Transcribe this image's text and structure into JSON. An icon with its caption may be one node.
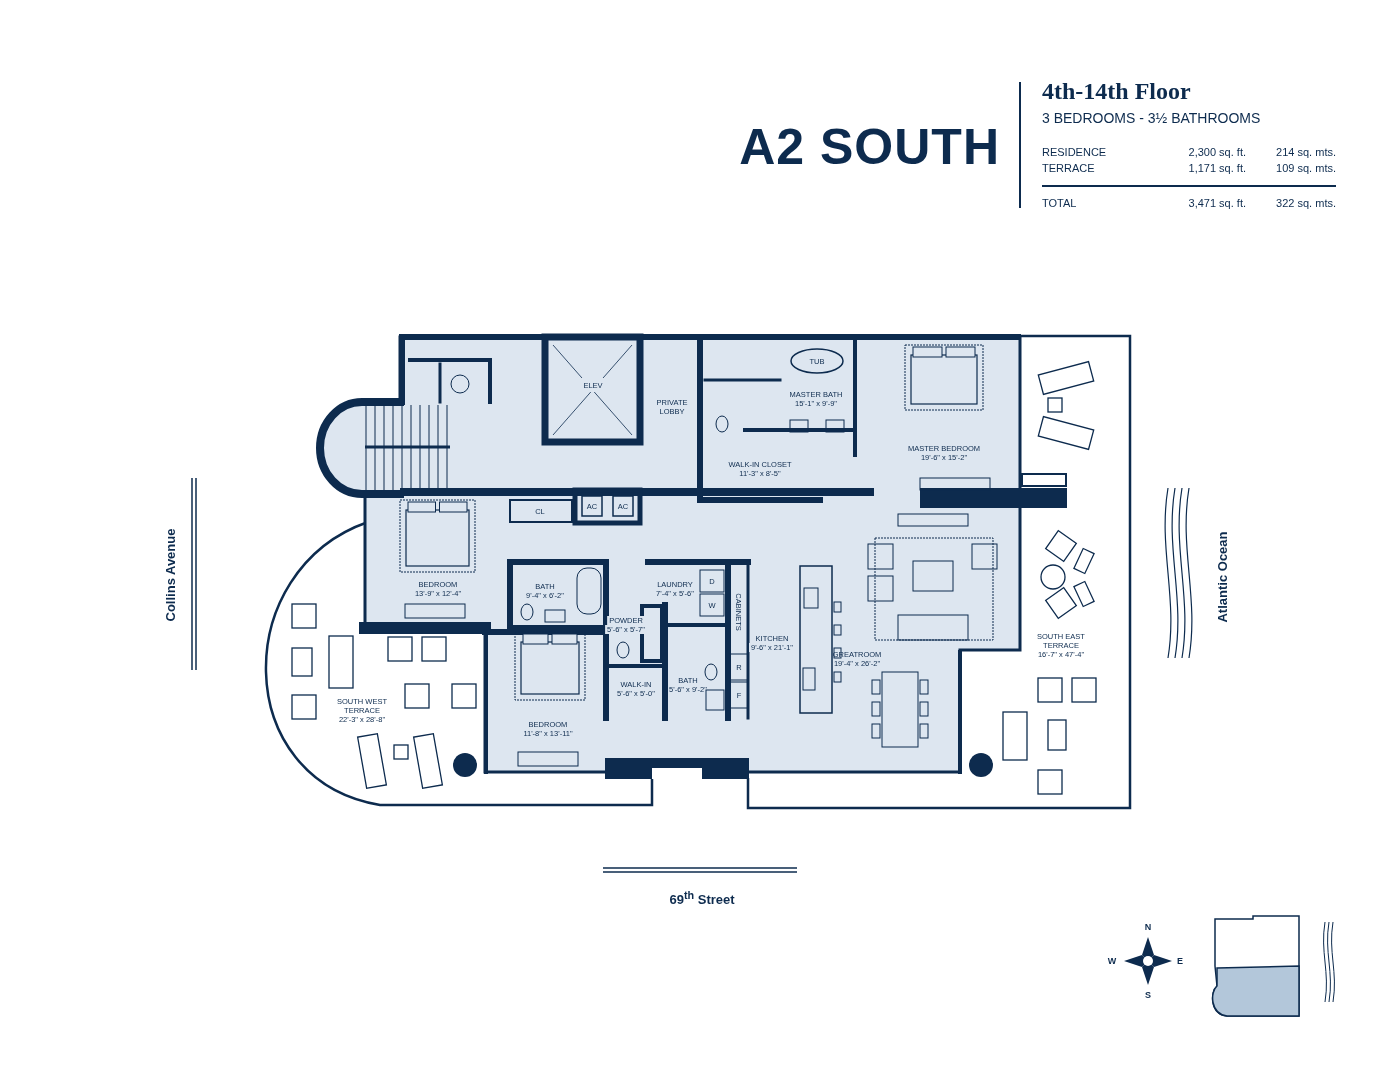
{
  "diagram": {
    "title": "A2 SOUTH",
    "labels": [
      "4th-14th Floor",
      "3 BEDROOMS - 3½ BATHROOMS",
      "RESIDENCE",
      "2,300 sq. ft.",
      "214 sq. mts.",
      "TERRACE",
      "1,171 sq. ft.",
      "109 sq. mts.",
      "TOTAL",
      "3,471 sq. ft.",
      "322 sq. mts.",
      "Collins Avenue",
      "Atlantic Ocean",
      "69$^{th}$ Street",
      "ELEV",
      "PRIVATE LOBBY",
      "TUB",
      "MASTER BATH",
      "15'-1\" x 9'-9\"",
      "WALK-IN CLOSET",
      "11'-3\" x 8'-5\"",
      "MASTER BEDROOM",
      "19'-6\" x 15'-2\"",
      "AC",
      "AC",
      "CL",
      "BEDROOM",
      "13'-9\" x 12'-4\"",
      "BATH",
      "9'-4\" x 6'-2\"",
      "LAUNDRY",
      "7'-4\" x 5'-6\"",
      "D",
      "W",
      "CABINETS",
      "POWDER",
      "5'-6\" x 5'-7\"",
      "KITCHEN",
      "9'-6\" x 21'-1\"",
      "GREATROOM",
      "19'-4\" x 26'-2\"",
      "SOUTH EAST TERRACE",
      "16'-7\" x 47'-4\"",
      "WALK-IN",
      "5'-6\" x 5'-0\"",
      "BATH",
      "5'-6\" x 9'-2\"",
      "R",
      "F",
      "SOUTH WEST TERRACE",
      "22'-3\" x 28'-8\"",
      "BEDROOM",
      "11'-8\" x 13'-11\"",
      "N",
      "W",
      "E",
      "S"
    ]
  }
}
